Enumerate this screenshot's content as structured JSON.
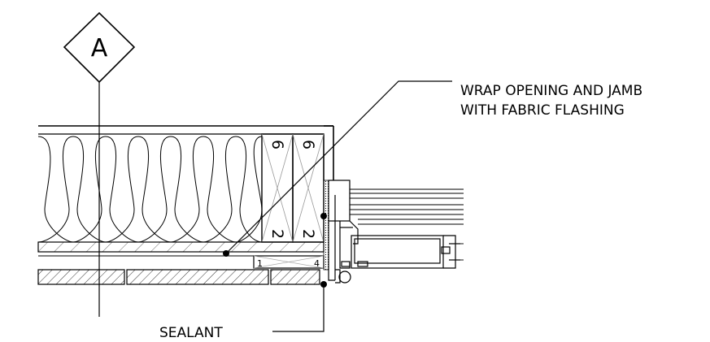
{
  "grid_marker": {
    "label": "A"
  },
  "callouts": {
    "flashing_line1": "WRAP OPENING AND JAMB",
    "flashing_line2": "WITH FABRIC FLASHING",
    "sealant": "SEALANT"
  },
  "stud_marks": {
    "top_left": "6",
    "top_right": "6",
    "bottom_left": "2",
    "bottom_right": "2"
  },
  "trim_marks": {
    "left": "1",
    "right": "4"
  }
}
